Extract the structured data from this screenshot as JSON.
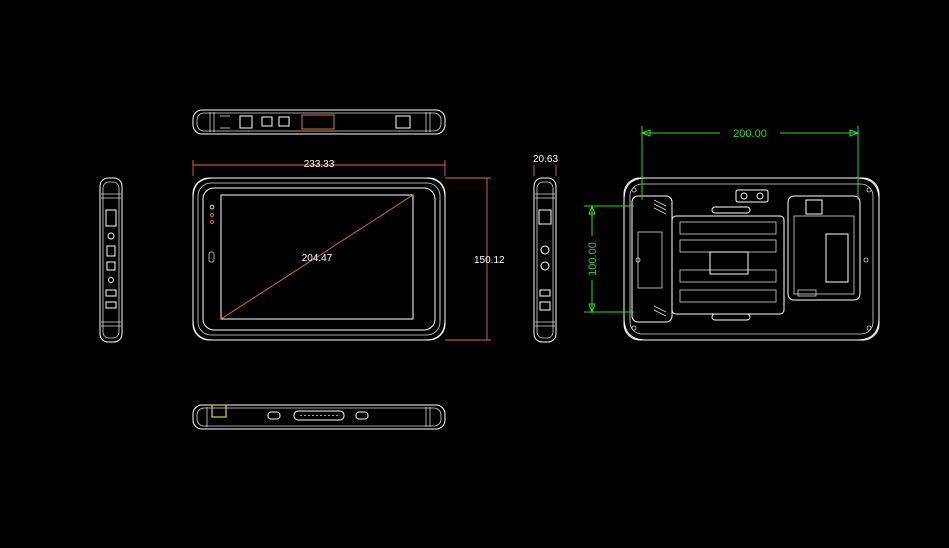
{
  "dimensions": {
    "width": "233.33",
    "diagonal": "204.47",
    "height": "150.12",
    "thickness": "20.63",
    "back_width": "200.00",
    "back_height": "100.00"
  },
  "colors": {
    "background": "#000000",
    "outline": "#ffffff",
    "dim_front": "#e0703a",
    "dim_back": "#22dd22",
    "highlight": "#e6d23c"
  }
}
